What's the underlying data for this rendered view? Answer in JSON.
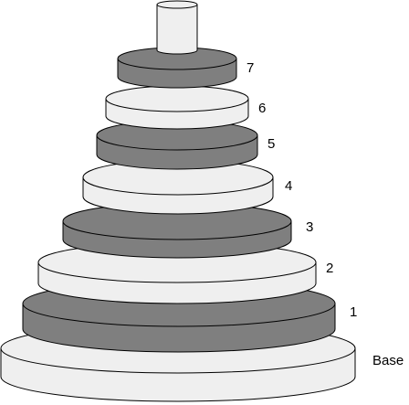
{
  "colors": {
    "dark_tier": "#7f7f7f",
    "light_tier": "#efefef",
    "outline": "#000000"
  },
  "labels": {
    "base": "Base",
    "tier_1": "1",
    "tier_2": "2",
    "tier_3": "3",
    "tier_4": "4",
    "tier_5": "5",
    "tier_6": "6",
    "tier_7": "7"
  }
}
